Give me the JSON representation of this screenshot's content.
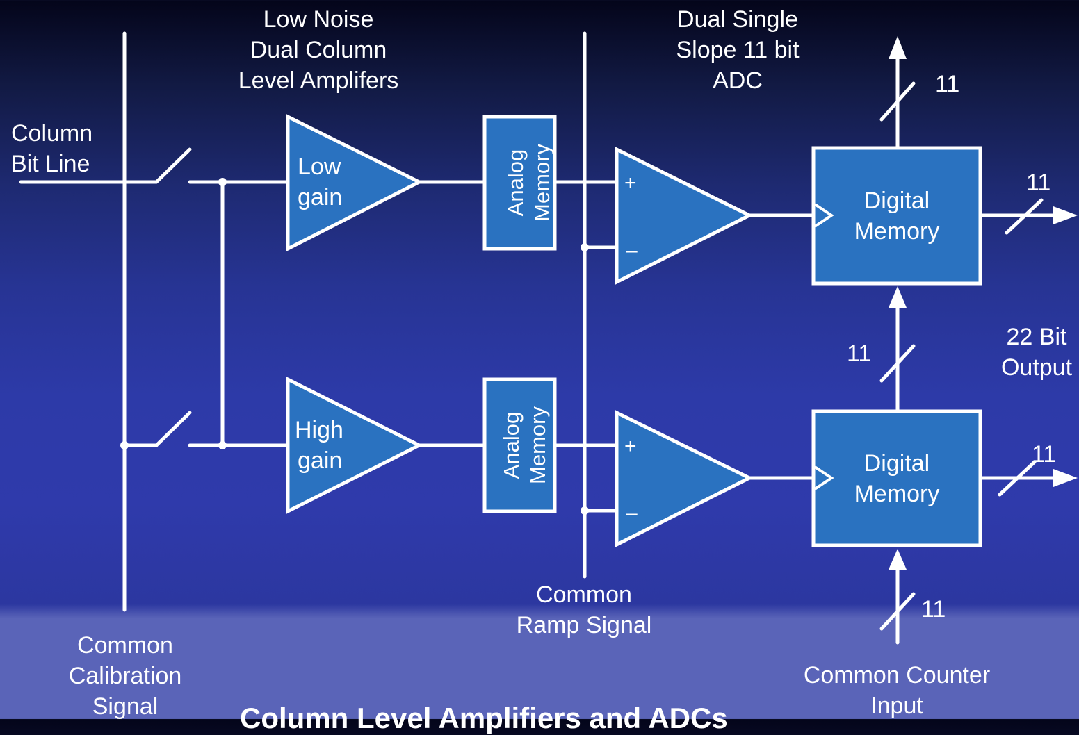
{
  "labels": {
    "lna": [
      "Low Noise",
      "Dual Column",
      "Level Amplifers"
    ],
    "adc": [
      "Dual Single",
      "Slope 11 bit",
      "ADC"
    ],
    "column_bit_line": [
      "Column",
      "Bit Line"
    ],
    "calibration": [
      "Common",
      "Calibration",
      "Signal"
    ],
    "ramp": [
      "Common",
      "Ramp Signal"
    ],
    "counter": [
      "Common Counter",
      "Input"
    ],
    "output": [
      "22 Bit",
      "Output"
    ]
  },
  "amplifiers": {
    "low": [
      "Low",
      "gain"
    ],
    "high": [
      "High",
      "gain"
    ]
  },
  "analog_memory": [
    "Analog",
    "Memory"
  ],
  "digital_memory": [
    "Digital",
    "Memory"
  ],
  "comparator_signs": {
    "plus": "+",
    "minus": "–"
  },
  "bus_widths": {
    "top": "11",
    "right_top": "11",
    "middle": "11",
    "right_bottom": "11",
    "bottom": "11"
  },
  "title": "Column Level Amplifiers and ADCs",
  "colors": {
    "block_fill": "#2a72c0",
    "line": "#ffffff"
  }
}
